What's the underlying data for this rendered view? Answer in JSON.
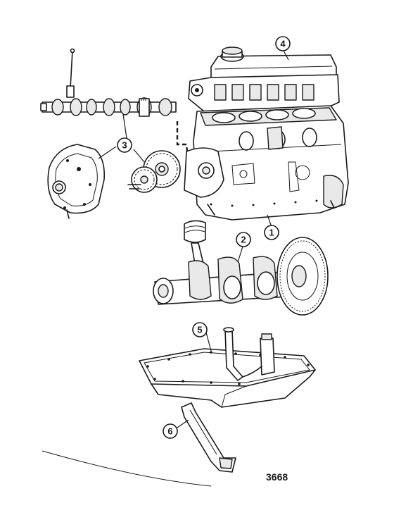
{
  "diagram": {
    "reference_number": "3668",
    "callouts": [
      {
        "label": "1"
      },
      {
        "label": "2"
      },
      {
        "label": "3"
      },
      {
        "label": "4"
      },
      {
        "label": "5"
      },
      {
        "label": "6"
      }
    ]
  }
}
